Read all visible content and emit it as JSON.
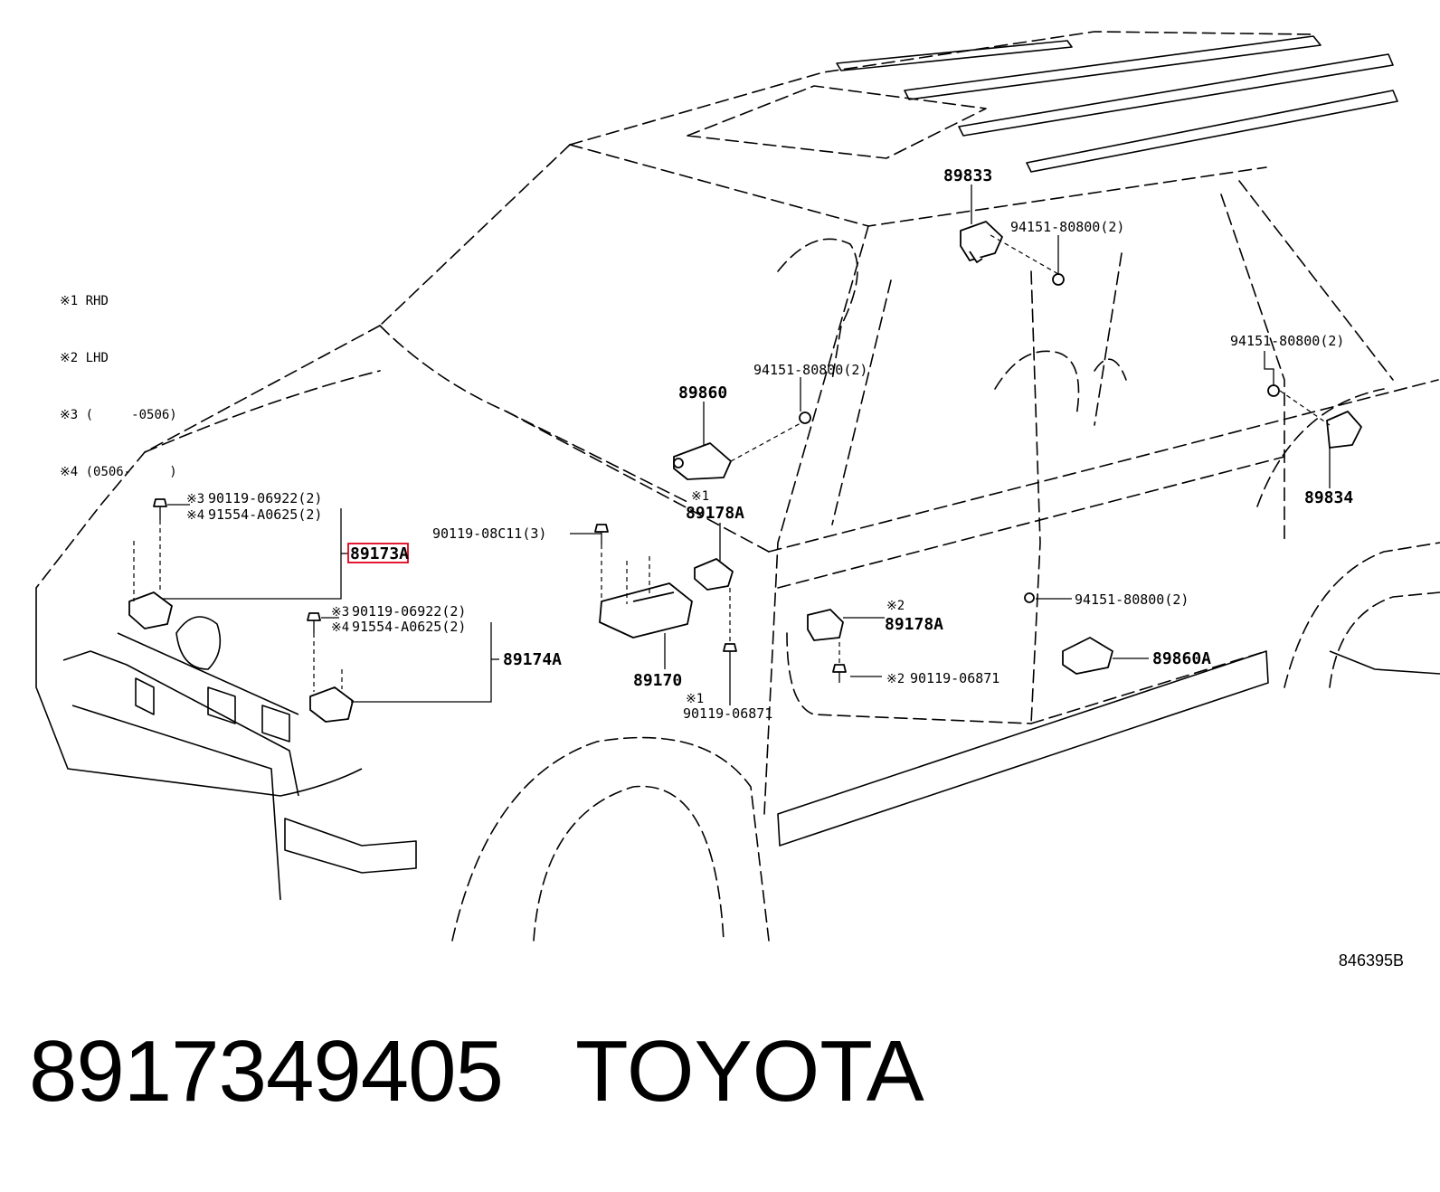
{
  "legend": [
    "※1 RHD",
    "※2 LHD",
    "※3 (     -0506)",
    "※4 (0506-     )"
  ],
  "callouts": {
    "p89833": "89833",
    "p94151_top": "94151-80800(2)",
    "p94151_right": "94151-80800(2)",
    "p94151_mid": "94151-80800(2)",
    "p94151_bottom": "94151-80800(2)",
    "p89860": "89860",
    "p89834": "89834",
    "p89178A_note": "※1",
    "p89178A_top": "89178A",
    "p89178A_low_note": "※2",
    "p89178A_low": "89178A",
    "p90119_08C11": "90119-08C11(3)",
    "p89173A": "89173A",
    "left_upper_note3": "※3",
    "left_upper_bolt3": "90119-06922(2)",
    "left_upper_note4": "※4",
    "left_upper_bolt4": "91554-A0625(2)",
    "left_lower_note3": "※3",
    "left_lower_bolt3": "90119-06922(2)",
    "left_lower_note4": "※4",
    "left_lower_bolt4": "91554-A0625(2)",
    "p89174A": "89174A",
    "p89170": "89170",
    "p89860A": "89860A",
    "bolt_lhd_note": "※2",
    "bolt_lhd": "90119-06871",
    "bolt_rhd_note": "※1",
    "bolt_rhd": "90119-06871"
  },
  "highlight_color": "#e0001b",
  "ref_code": "846395B",
  "part_number": "8917349405",
  "brand": "TOYOTA"
}
